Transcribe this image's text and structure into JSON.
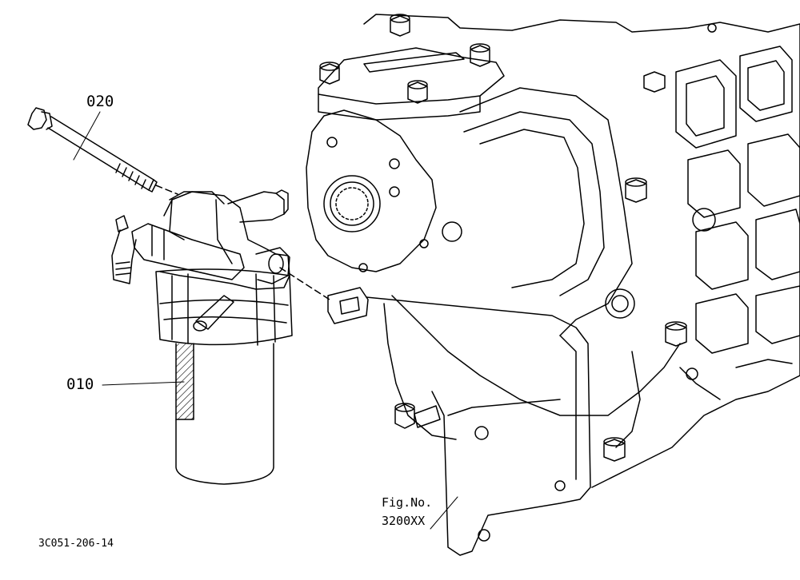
{
  "callouts": {
    "part_020": "020",
    "part_010": "010"
  },
  "figure": {
    "label": "Fig.No.",
    "number": "3200XX"
  },
  "drawing_code": "3C051-206-14",
  "colors": {
    "line": "#000000",
    "background": "#ffffff"
  }
}
